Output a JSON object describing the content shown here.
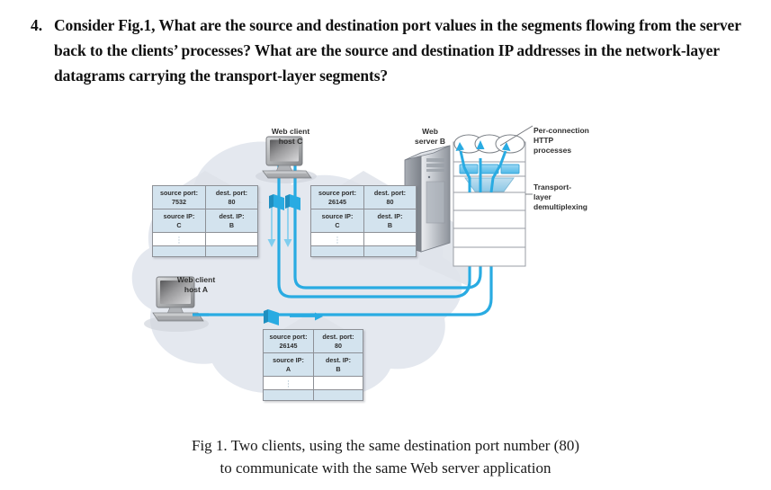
{
  "question": {
    "number": "4.",
    "text": "Consider Fig.1, What are the source and destination port values in the segments flowing from the server back to the clients’ processes? What are the source and destination IP addresses in the network-layer datagrams carrying the transport-layer segments?"
  },
  "figure": {
    "nodes": {
      "host_c": "Web client\nhost C",
      "server_b": "Web\nserver B",
      "host_a": "Web client\nhost A"
    },
    "annotations": {
      "http_processes": "Per-connection\nHTTP\nprocesses",
      "demultiplexing": "Transport-\nlayer\ndemultiplexing"
    },
    "segment_tables": [
      {
        "id": "segment-c-7532",
        "source_port_label": "source port:",
        "source_port_value": "7532",
        "dest_port_label": "dest. port:",
        "dest_port_value": "80",
        "source_ip_label": "source IP:",
        "source_ip_value": "C",
        "dest_ip_label": "dest. IP:",
        "dest_ip_value": "B"
      },
      {
        "id": "segment-c-26145",
        "source_port_label": "source port:",
        "source_port_value": "26145",
        "dest_port_label": "dest. port:",
        "dest_port_value": "80",
        "source_ip_label": "source IP:",
        "source_ip_value": "C",
        "dest_ip_label": "dest. IP:",
        "dest_ip_value": "B"
      },
      {
        "id": "segment-a-26145",
        "source_port_label": "source port:",
        "source_port_value": "26145",
        "dest_port_label": "dest. port:",
        "dest_port_value": "80",
        "source_ip_label": "source IP:",
        "source_ip_value": "A",
        "dest_ip_label": "dest. IP:",
        "dest_ip_value": "B"
      }
    ],
    "colors": {
      "link_blue": "#29abe2",
      "cloud_gray": "#e3e7ee",
      "table_fill": "#d3e3ee",
      "table_border": "#8d9096"
    }
  },
  "caption": {
    "line1": "Fig 1. Two clients, using the same destination port number (80)",
    "line2": "to communicate with the same Web server application"
  }
}
